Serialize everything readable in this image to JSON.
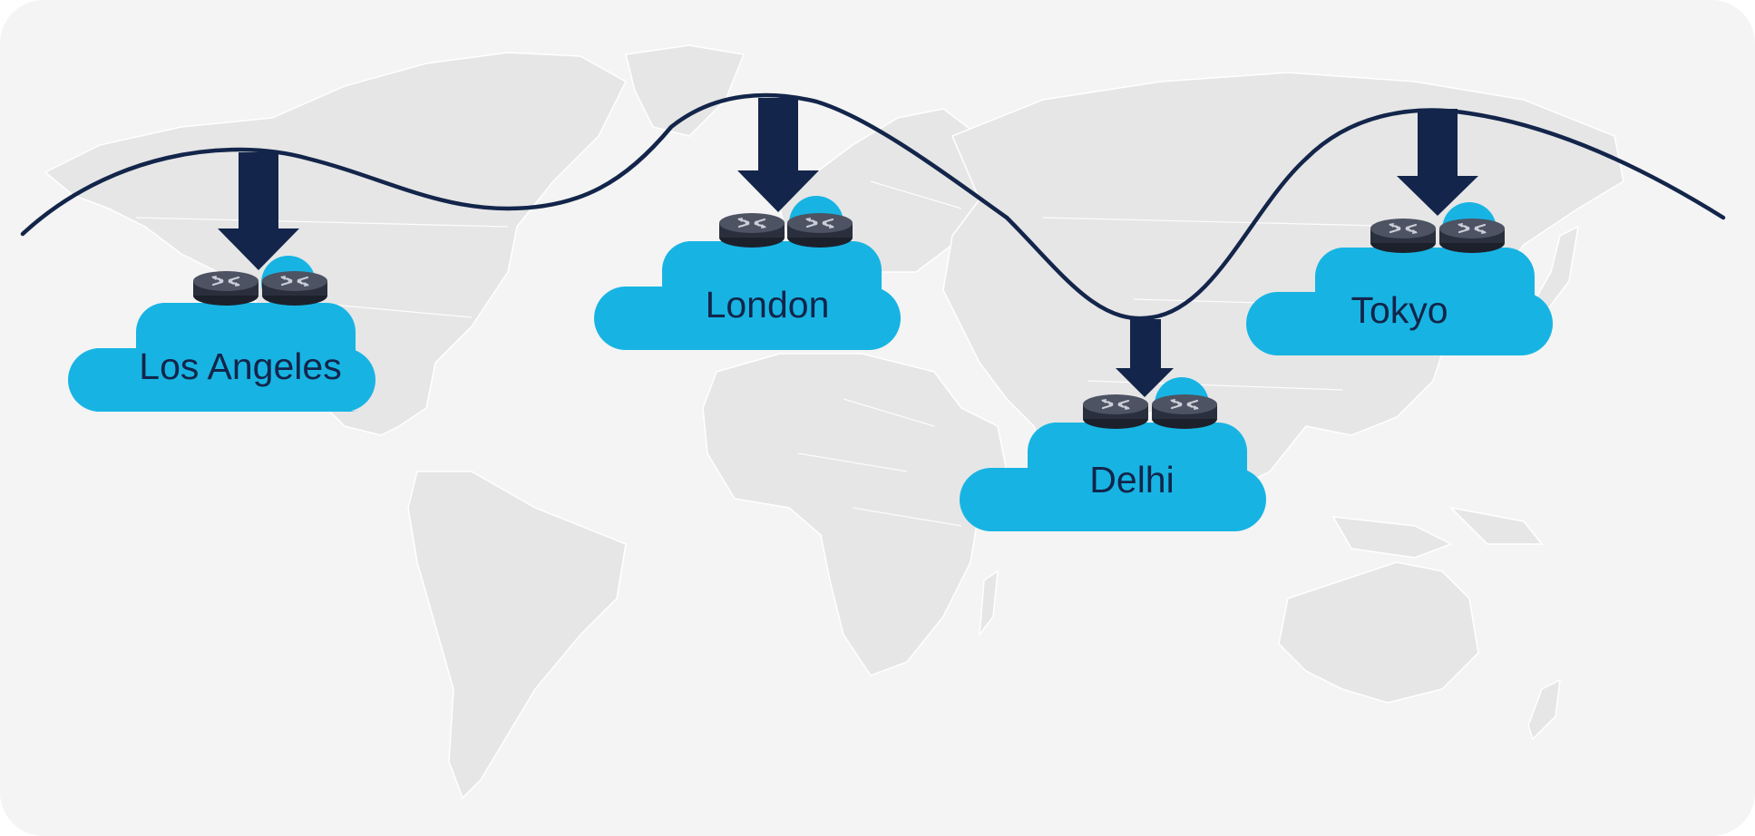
{
  "colors": {
    "panel_background": "#f4f4f4",
    "land": "#e6e6e6",
    "country_border": "#ffffff",
    "cloud": "#17b4e3",
    "arrow": "#13254a",
    "wave_line": "#13254a",
    "label_text": "#13254a",
    "router_body": "#2a2f3d",
    "router_top": "#4d5362",
    "router_glyph": "#c9ced8"
  },
  "map": {
    "style": "light-grey world map"
  },
  "connection": {
    "style": "single wavy line linking all sites"
  },
  "sites": [
    {
      "name": "Los Angeles",
      "icons": [
        "router-icon",
        "router-icon"
      ]
    },
    {
      "name": "London",
      "icons": [
        "router-icon",
        "router-icon"
      ]
    },
    {
      "name": "Delhi",
      "icons": [
        "router-icon",
        "router-icon"
      ]
    },
    {
      "name": "Tokyo",
      "icons": [
        "router-icon",
        "router-icon"
      ]
    }
  ]
}
